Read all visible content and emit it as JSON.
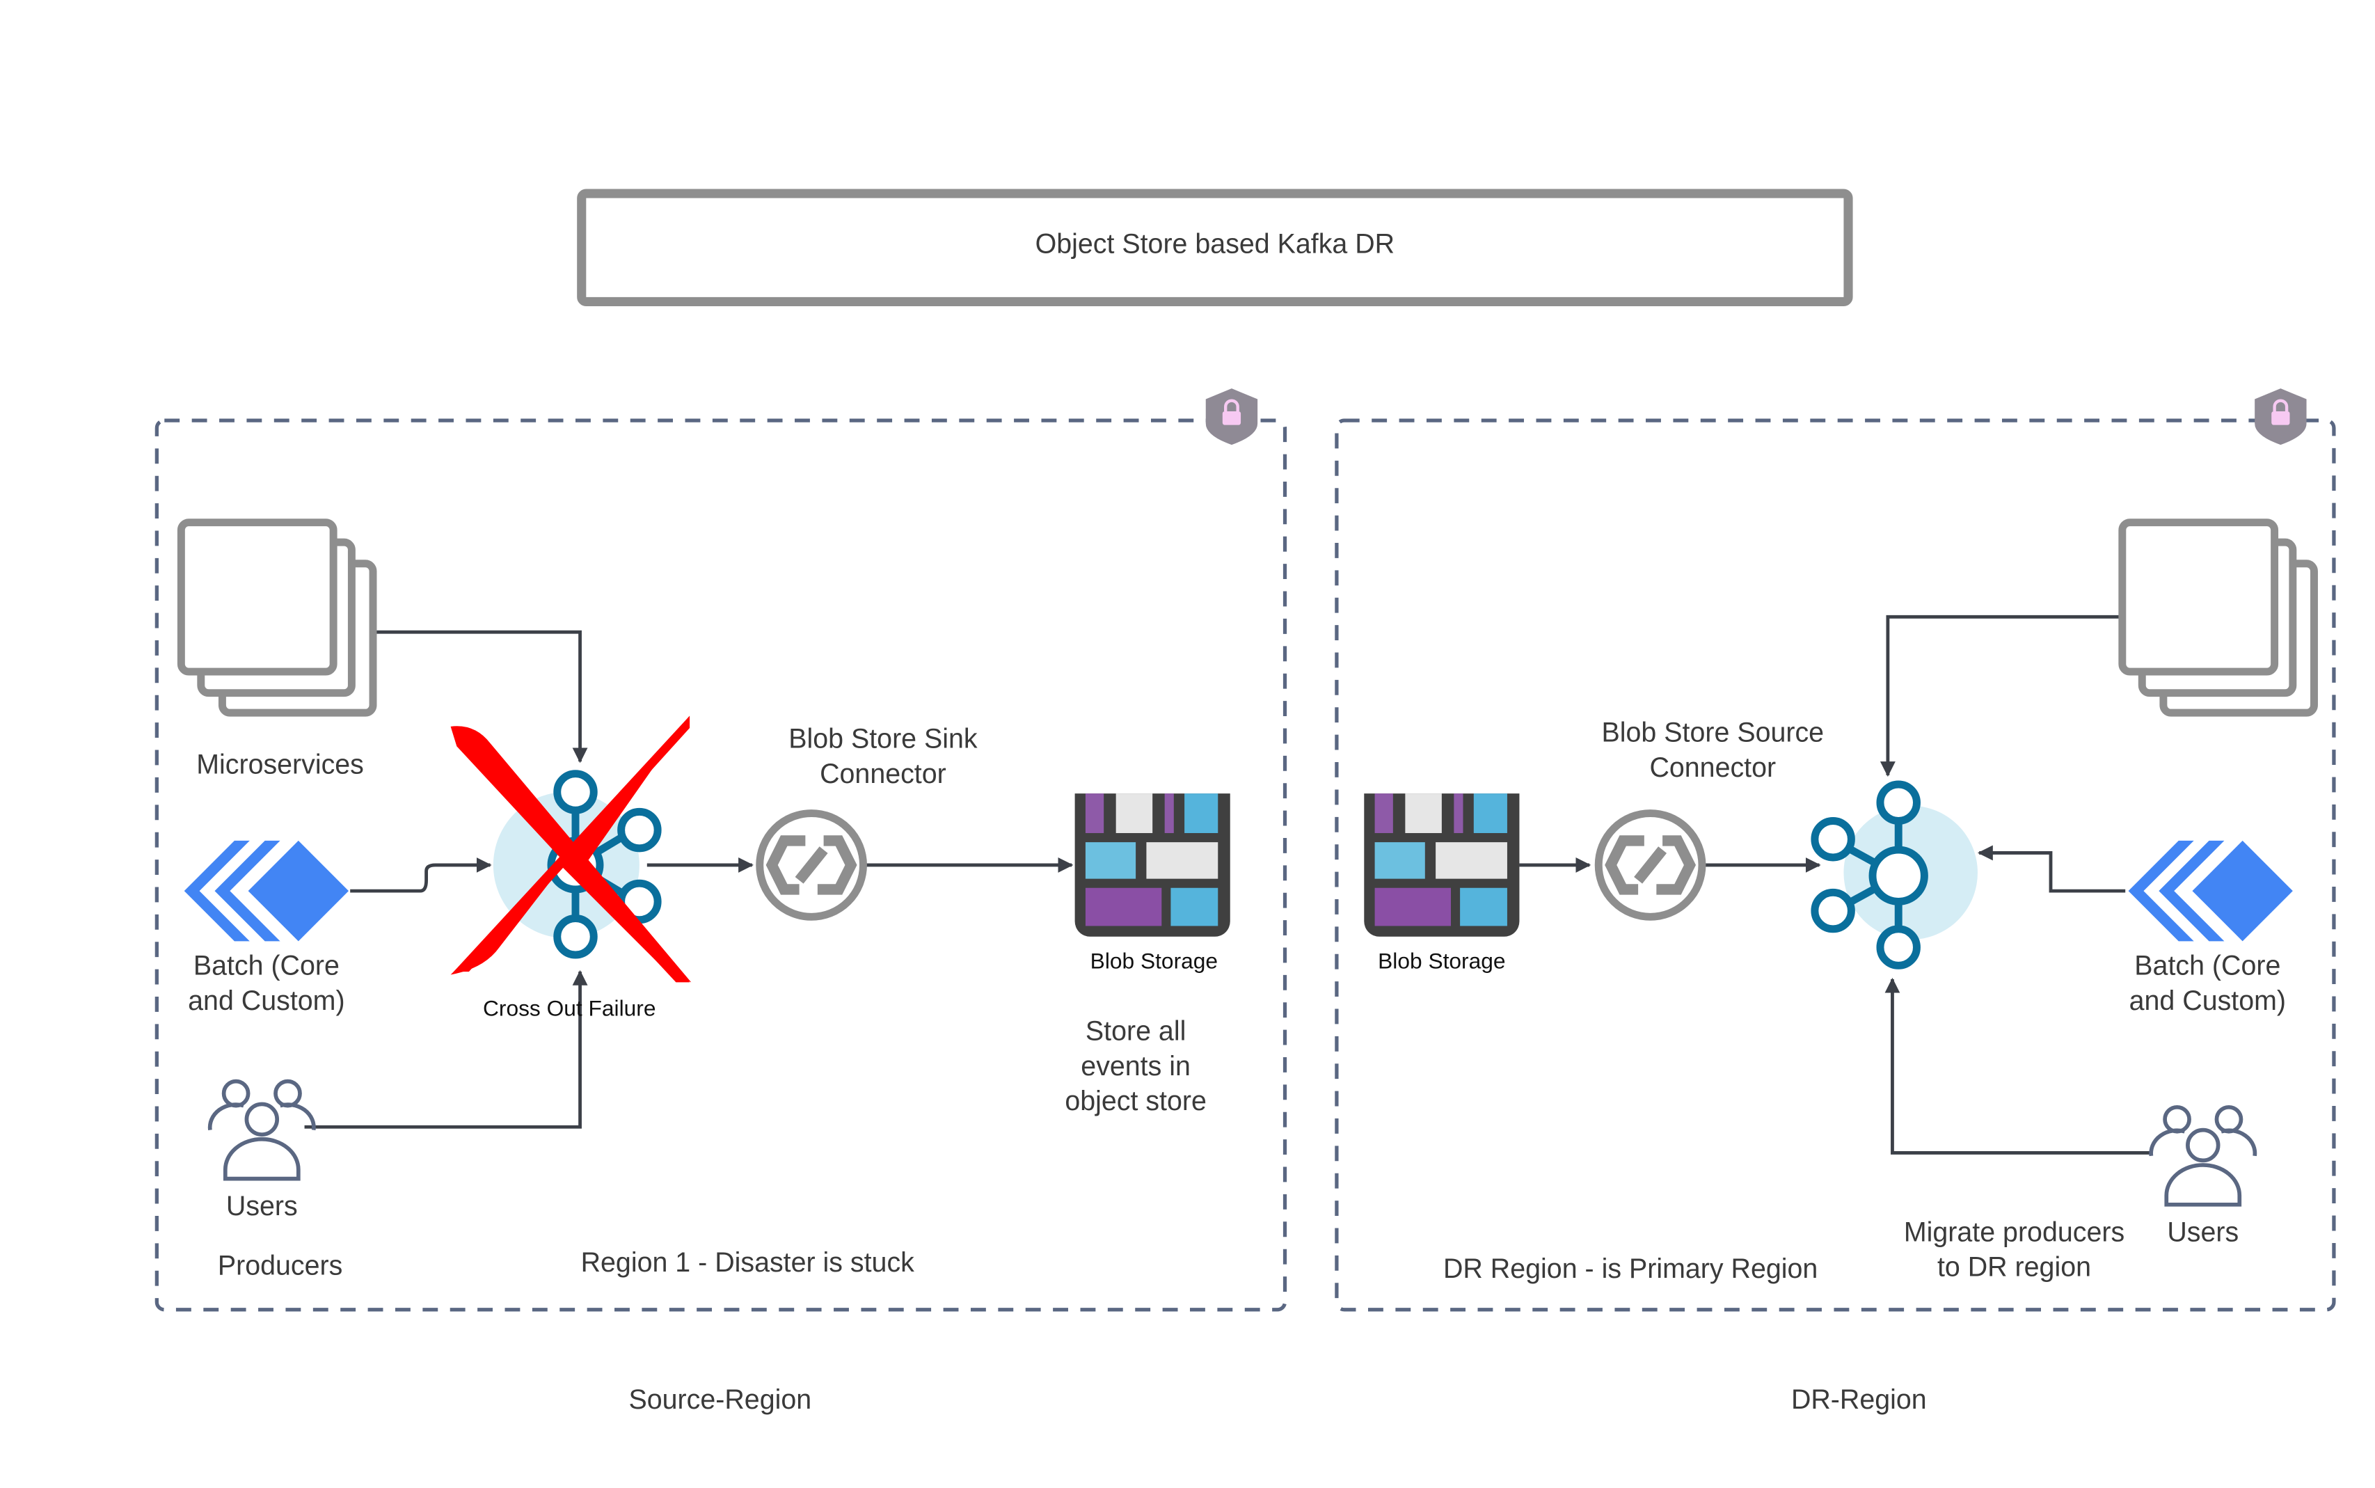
{
  "title": "Object Store based Kafka DR",
  "colors": {
    "kafka": "#0a6f9c",
    "kafka_glow": "#d5edf5",
    "cross": "#ff0000",
    "batch": "#4285f4",
    "border": "#5a6782",
    "connector": "#8e8e8e"
  },
  "source": {
    "region_caption": "Source-Region",
    "region_label": "Region 1 - Disaster is stuck",
    "microservices": "Microservices",
    "batch": [
      "Batch (Core",
      "and Custom)"
    ],
    "users": "Users",
    "producers": "Producers",
    "cross_out": "Cross Out Failure",
    "connector": [
      "Blob Store Sink",
      "Connector"
    ],
    "blob_storage": "Blob Storage",
    "store_note": [
      "Store all",
      "events in",
      "object store"
    ]
  },
  "dr": {
    "region_caption": "DR-Region",
    "region_label": "DR Region - is Primary Region",
    "blob_storage": "Blob Storage",
    "connector": [
      "Blob Store Source",
      "Connector"
    ],
    "batch": [
      "Batch (Core",
      "and Custom)"
    ],
    "users": "Users",
    "migrate": [
      "Migrate producers",
      "to DR region"
    ]
  },
  "icons": [
    "shield-lock-icon",
    "microservices-stack-icon",
    "kafka-icon",
    "batch-icon",
    "users-icon",
    "connector-icon",
    "blob-storage-icon",
    "cross-icon"
  ]
}
